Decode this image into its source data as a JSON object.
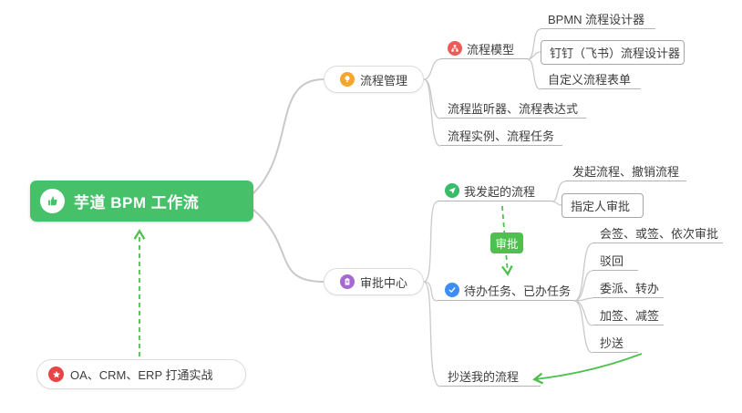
{
  "colors": {
    "root_bg": "#47c169",
    "badge_bg": "#4fbf4f",
    "arrow_green": "#4fbf4f",
    "connector_gray": "#c9c9c9",
    "underline_gray": "#b4b4b4",
    "icon_orange": "#f7a52c",
    "icon_purple": "#a569d2",
    "icon_red": "#ec5b56",
    "icon_green": "#35bd6a",
    "icon_blue": "#3d8df5",
    "icon_star_red": "#e64545"
  },
  "root": {
    "label": "芋道 BPM 工作流",
    "icon": "thumbs-up-icon"
  },
  "floating_topic": {
    "label": "OA、CRM、ERP 打通实战",
    "icon": "star-icon"
  },
  "relation_badge": {
    "label": "审批"
  },
  "process_management": {
    "label": "流程管理",
    "icon": "lightbulb-icon",
    "children": {
      "process_model": {
        "label": "流程模型",
        "icon": "org-chart-icon",
        "children": {
          "bpmn_designer": {
            "label": "BPMN 流程设计器"
          },
          "dingtalk_designer": {
            "label": "钉钉（飞书）流程设计器"
          },
          "custom_form": {
            "label": "自定义流程表单"
          }
        }
      },
      "listener_expression": {
        "label": "流程监听器、流程表达式"
      },
      "instance_task": {
        "label": "流程实例、流程任务"
      }
    }
  },
  "approval_center": {
    "label": "审批中心",
    "icon": "clipboard-icon",
    "children": {
      "my_initiated": {
        "label": "我发起的流程",
        "icon": "paper-plane-icon",
        "children": {
          "initiate_cancel": {
            "label": "发起流程、撤销流程"
          },
          "assignee_approval": {
            "label": "指定人审批"
          }
        }
      },
      "todo_done": {
        "label": "待办任务、已办任务",
        "icon": "check-icon",
        "children": {
          "countersign": {
            "label": "会签、或签、依次审批"
          },
          "reject": {
            "label": "驳回"
          },
          "delegate_transfer": {
            "label": "委派、转办"
          },
          "add_reduce_sign": {
            "label": "加签、减签"
          },
          "cc": {
            "label": "抄送"
          }
        }
      },
      "cc_my_process": {
        "label": "抄送我的流程"
      }
    }
  }
}
